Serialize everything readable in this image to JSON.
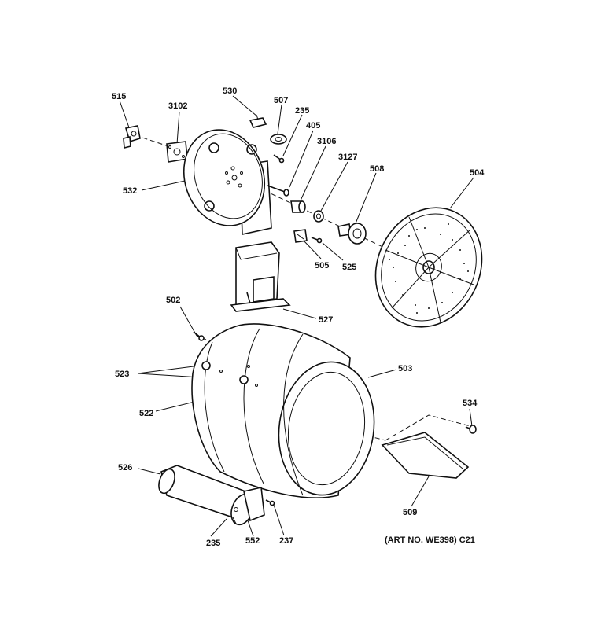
{
  "labels": [
    {
      "id": "515",
      "text": "515"
    },
    {
      "id": "3102",
      "text": "3102"
    },
    {
      "id": "530",
      "text": "530"
    },
    {
      "id": "507",
      "text": "507"
    },
    {
      "id": "235a",
      "text": "235"
    },
    {
      "id": "405",
      "text": "405"
    },
    {
      "id": "3106",
      "text": "3106"
    },
    {
      "id": "3127",
      "text": "3127"
    },
    {
      "id": "508",
      "text": "508"
    },
    {
      "id": "504",
      "text": "504"
    },
    {
      "id": "532",
      "text": "532"
    },
    {
      "id": "505",
      "text": "505"
    },
    {
      "id": "525",
      "text": "525"
    },
    {
      "id": "527",
      "text": "527"
    },
    {
      "id": "502",
      "text": "502"
    },
    {
      "id": "523",
      "text": "523"
    },
    {
      "id": "503",
      "text": "503"
    },
    {
      "id": "522",
      "text": "522"
    },
    {
      "id": "534",
      "text": "534"
    },
    {
      "id": "526",
      "text": "526"
    },
    {
      "id": "509",
      "text": "509"
    },
    {
      "id": "235b",
      "text": "235"
    },
    {
      "id": "552",
      "text": "552"
    },
    {
      "id": "237",
      "text": "237"
    }
  ],
  "footer": {
    "art_no": "(ART NO. WE398) C21"
  }
}
